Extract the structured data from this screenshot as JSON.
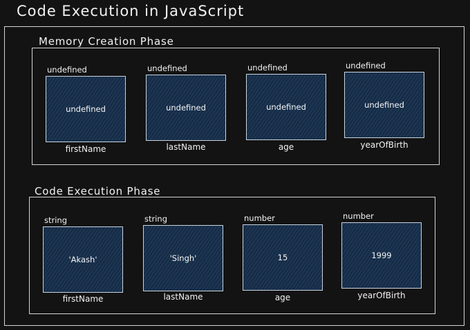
{
  "title": "Code Execution in JavaScript",
  "memory_phase": {
    "title": "Memory Creation Phase",
    "variables": [
      {
        "type": "undefined",
        "value": "undefined",
        "name": "firstName"
      },
      {
        "type": "undefined",
        "value": "undefined",
        "name": "lastName"
      },
      {
        "type": "undefined",
        "value": "undefined",
        "name": "age"
      },
      {
        "type": "undefined",
        "value": "undefined",
        "name": "yearOfBirth"
      }
    ]
  },
  "execution_phase": {
    "title": "Code Execution Phase",
    "variables": [
      {
        "type": "string",
        "value": "'Akash'",
        "name": "firstName"
      },
      {
        "type": "string",
        "value": "'Singh'",
        "name": "lastName"
      },
      {
        "type": "number",
        "value": "15",
        "name": "age"
      },
      {
        "type": "number",
        "value": "1999",
        "name": "yearOfBirth"
      }
    ]
  },
  "colors": {
    "background": "#131313",
    "box_fill": "#1c3552",
    "stroke": "#d6d6d6",
    "text": "#f2f2f2"
  }
}
